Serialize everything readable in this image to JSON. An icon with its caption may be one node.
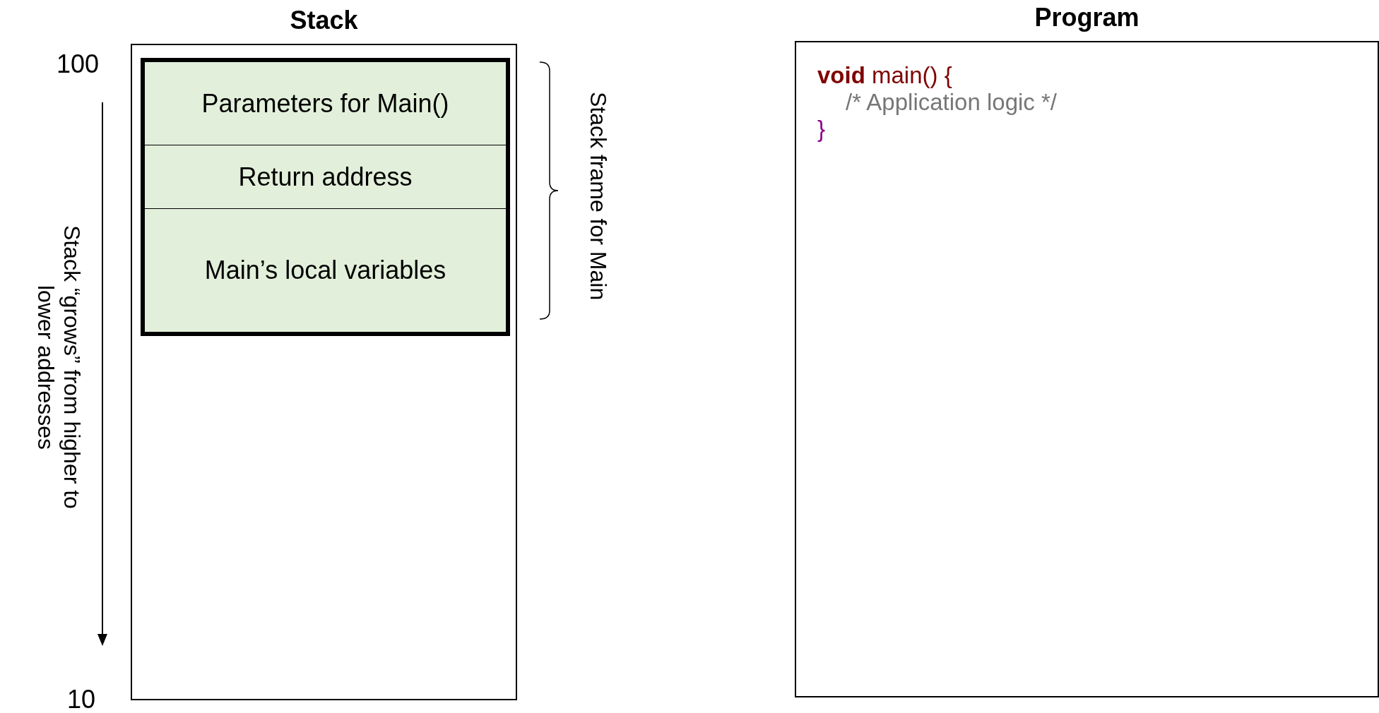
{
  "diagram": {
    "nodes": [
      {
        "text": [
          "Stack"
        ]
      },
      {
        "text": [],
        "shape": "box",
        "in": 0
      },
      {
        "text": [
          "Parameters for Main()"
        ],
        "in": 1
      },
      {
        "text": [
          "Return address"
        ],
        "in": 1
      },
      {
        "text": [
          "Main’s local variables"
        ],
        "in": 1
      },
      {
        "text": [
          "Program",
          "**void** main() {",
          "/* Application logic */",
          "}"
        ]
      }
    ],
    "edges": [],
    "labels": [
      "100",
      "10",
      "Stack “grows” from higher to lower addresses",
      "Stack frame for Main"
    ]
  }
}
